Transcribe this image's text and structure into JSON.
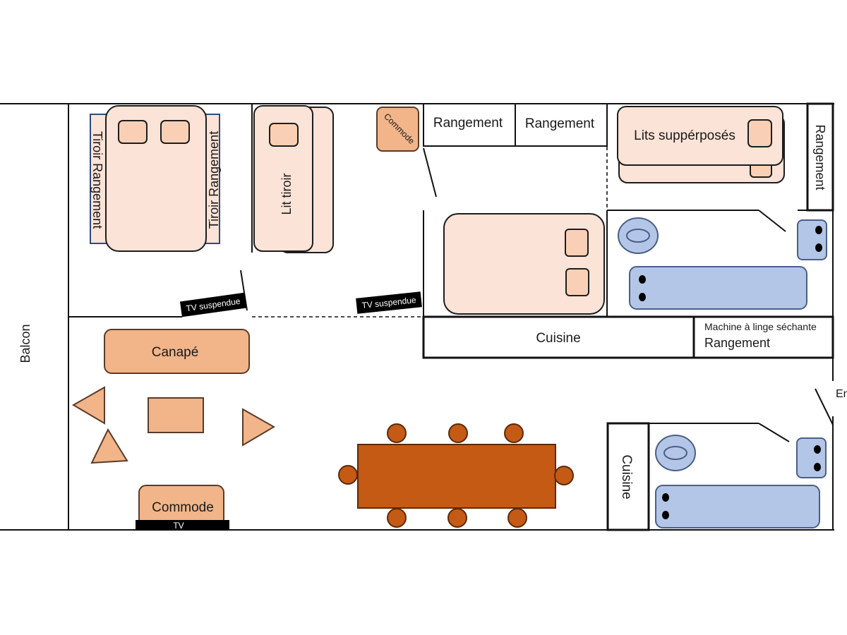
{
  "colors": {
    "wall": "#111111",
    "bed": "#fbe3d7",
    "bed_stroke": "#1d1d1d",
    "pillow": "#f9d0b6",
    "furniture": "#f1b589",
    "furniture_stroke": "#5a3b28",
    "table": "#c55a14",
    "bath": "#b4c6e7",
    "bath_stroke": "#4a5f86",
    "tv": "#000000",
    "tv_text": "#ffffff",
    "storage_frame": "#2f4a7c"
  },
  "labels": {
    "balcon": "Balcon",
    "tiroir_rangement_left": "Tiroir Rangement",
    "tiroir_rangement_right": "Tiroir Rangement",
    "lit_tiroir": "Lit tiroir",
    "commode_small": "Commode",
    "rangement_1": "Rangement",
    "rangement_2": "Rangement",
    "lits_superposes": "Lits suppérposés",
    "rangement_vertical": "Rangement",
    "tv_suspendue_1": "TV suspendue",
    "tv_suspendue_2": "TV suspendue",
    "cuisine_main": "Cuisine",
    "machine_linge": "Machine à linge séchante",
    "rangement_3": "Rangement",
    "entree_partial": "En",
    "canape": "Canapé",
    "commode_living": "Commode",
    "tv_living": "TV",
    "cuisine_vertical": "Cuisine"
  }
}
